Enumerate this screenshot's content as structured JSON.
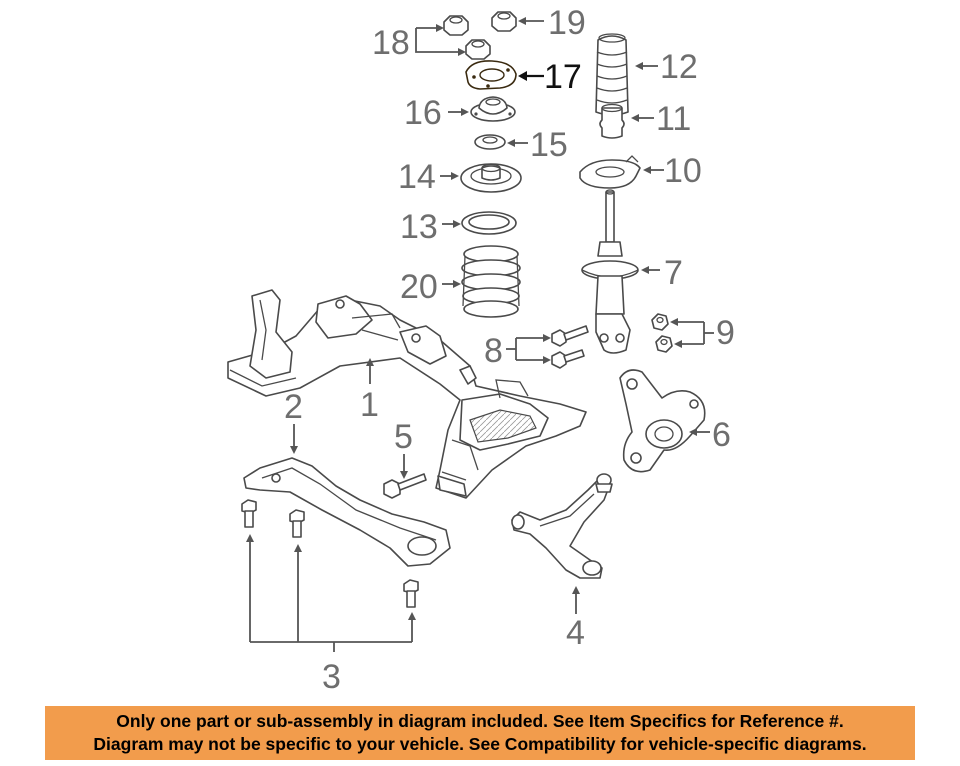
{
  "colors": {
    "highlight": "#f0a24a",
    "banner": "#f29c4c",
    "line": "#4a4a4a",
    "label": "#6e6e6e"
  },
  "labels": {
    "p1": "1",
    "p2": "2",
    "p3": "3",
    "p4": "4",
    "p5": "5",
    "p6": "6",
    "p7": "7",
    "p8": "8",
    "p9": "9",
    "p10": "10",
    "p11": "11",
    "p12": "12",
    "p13": "13",
    "p14": "14",
    "p15": "15",
    "p16": "16",
    "p17": "17",
    "p18": "18",
    "p19": "19",
    "p20": "20"
  },
  "highlighted_part": "17",
  "notice": {
    "line1": "Only one part or sub-assembly in diagram included. See Item Specifics for Reference #.",
    "line2": "Diagram may not be specific to your vehicle. See Compatibility for vehicle-specific diagrams."
  }
}
